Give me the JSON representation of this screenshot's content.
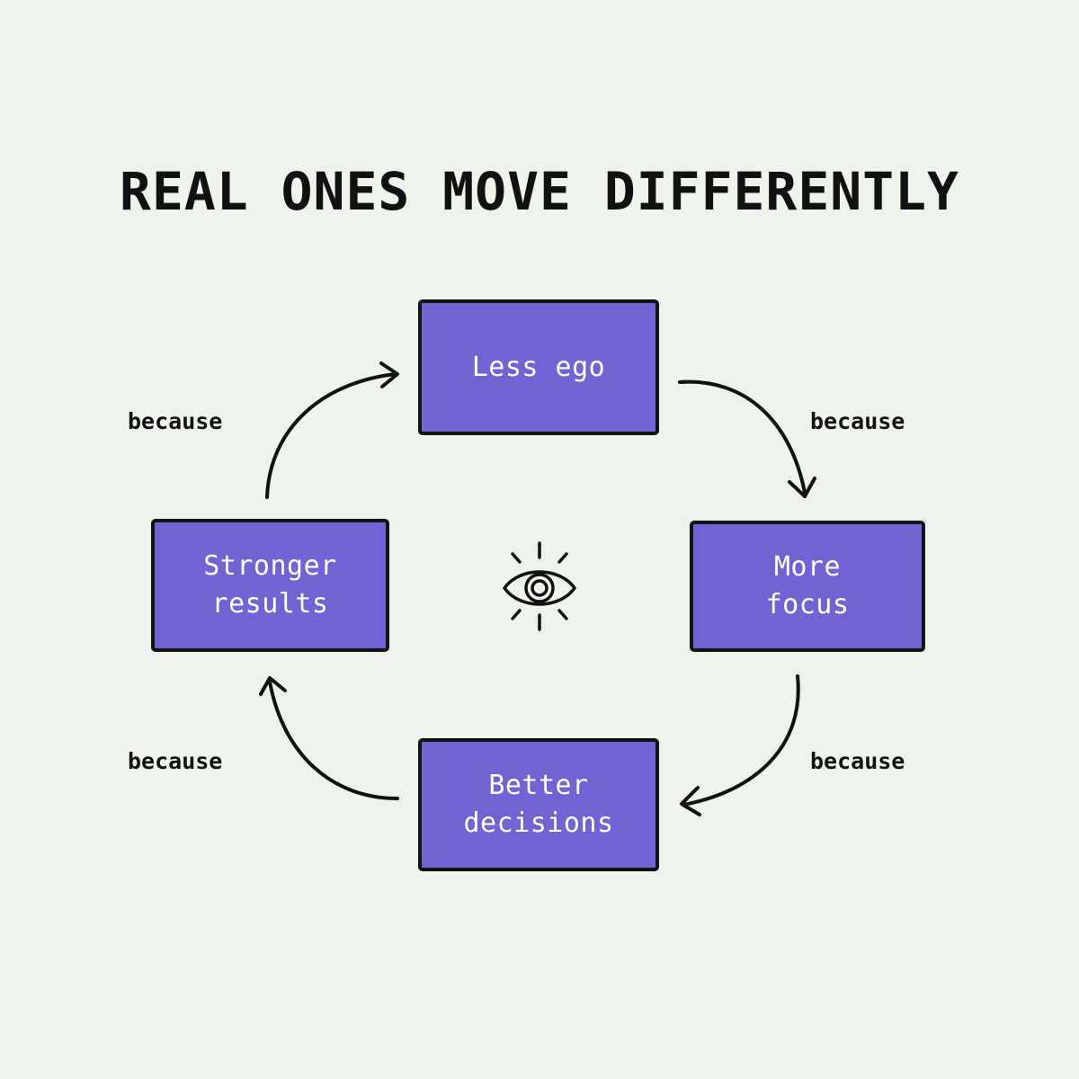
{
  "title": "REAL ONES MOVE DIFFERENTLY",
  "nodes": {
    "top": "Less ego",
    "right": "More\nfocus",
    "bottom": "Better\ndecisions",
    "left": "Stronger\nresults"
  },
  "edge_labels": {
    "top_left": "because",
    "top_right": "because",
    "bottom_left": "because",
    "bottom_right": "because"
  },
  "center_icon": "eye-icon",
  "colors": {
    "background": "#eef4ec",
    "node_fill": "#7163d3",
    "outline": "#141414"
  }
}
